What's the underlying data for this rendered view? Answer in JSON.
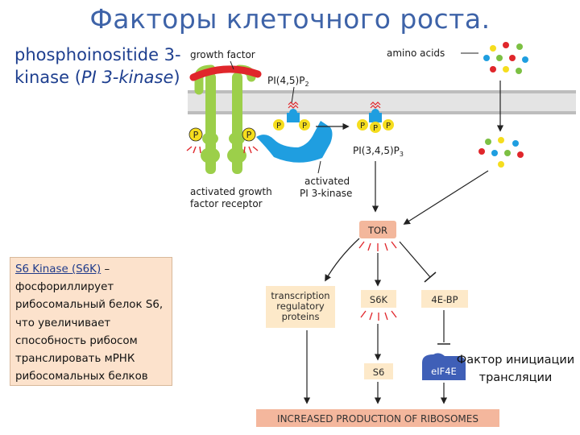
{
  "title": "Факторы клеточного роста.",
  "pi3k_heading": {
    "part1": "phosphoinositide 3-kinase (",
    "italic": "PI 3-kinase",
    "part2": ")"
  },
  "s6k_note": {
    "term": "S6 Kinase (S6K)",
    "text": " – фосфориллирует рибосомальный белок S6, что увеличивает способность рибосом транслировать мРНК рибосомальных белков"
  },
  "diagram": {
    "growth_factor": "growth factor",
    "amino_acids": "amino acids",
    "pip2": "PI(4,5)P",
    "pip2_sub": "2",
    "pip3": "PI(3,4,5)P",
    "pip3_sub": "3",
    "p_label": "P",
    "receptor_label_line1": "activated growth",
    "receptor_label_line2": "factor receptor",
    "pi3k_label_line1": "activated",
    "pi3k_label_line2": "PI 3-kinase",
    "tor": "TOR",
    "trp_line1": "transcription",
    "trp_line2": "regulatory",
    "trp_line3": "proteins",
    "s6k": "S6K",
    "bp": "4E-BP",
    "s6": "S6",
    "eif4e": "eIF4E",
    "result": "INCREASED PRODUCTION OF RIBOSOMES"
  },
  "eif_note": {
    "line1": "Фактор инициации",
    "line2": "трансляции"
  },
  "colors": {
    "title": "#3e63a8",
    "receptor_green": "#9ccf4a",
    "growth_factor_red": "#e0262b",
    "pi3k_blue": "#1f9ee0",
    "phosphate_yellow": "#f5dd1e",
    "tor_box": "#f3b79c",
    "box_fill": "#fde9c9",
    "eif_blue": "#3f5fb7",
    "membrane_gray": "#c8c8c8"
  }
}
